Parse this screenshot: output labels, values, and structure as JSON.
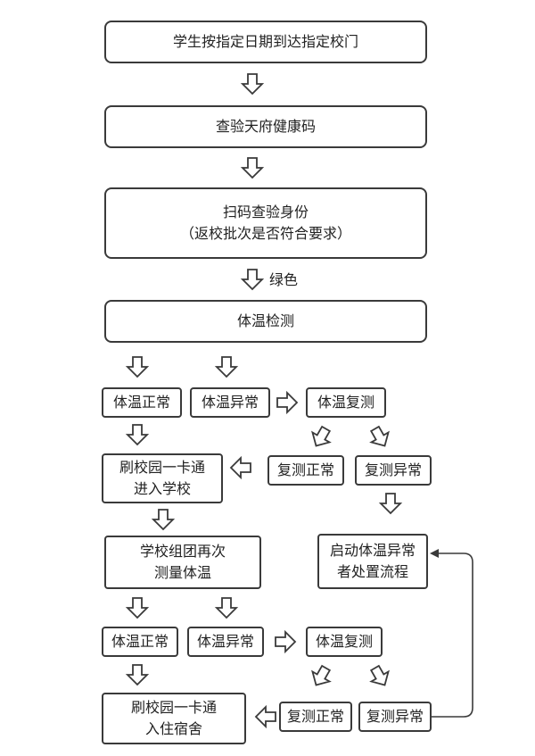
{
  "flow": {
    "step1": "学生按指定日期到达指定校门",
    "step2": "查验天府健康码",
    "step3_line1": "扫码查验身份",
    "step3_line2": "（返校批次是否符合要求）",
    "green_label": "绿色",
    "step4": "体温检测",
    "temp_normal_1": "体温正常",
    "temp_abnormal_1": "体温异常",
    "retest_1": "体温复测",
    "retest_normal_1": "复测正常",
    "retest_abnormal_1": "复测异常",
    "card_enter_line1": "刷校园一卡通",
    "card_enter_line2": "进入学校",
    "start_process_line1": "启动体温异常",
    "start_process_line2": "者处置流程",
    "group_retest_line1": "学校组团再次",
    "group_retest_line2": "测量体温",
    "temp_normal_2": "体温正常",
    "temp_abnormal_2": "体温异常",
    "retest_2": "体温复测",
    "card_dorm_line1": "刷校园一卡通",
    "card_dorm_line2": "入住宿舍",
    "retest_normal_2": "复测正常",
    "retest_abnormal_2": "复测异常"
  }
}
